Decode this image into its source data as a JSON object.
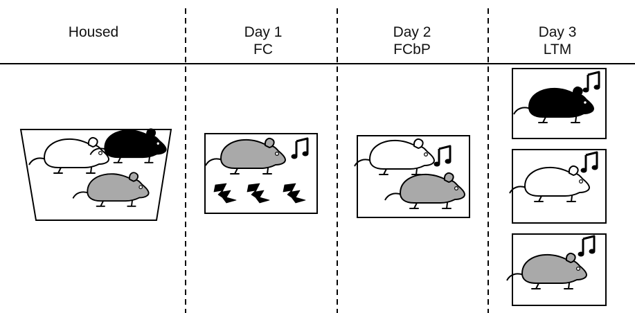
{
  "columns": [
    {
      "id": "housed",
      "title": "Housed",
      "subtitle": ""
    },
    {
      "id": "day1",
      "title": "Day 1",
      "subtitle": "FC"
    },
    {
      "id": "day2",
      "title": "Day 2",
      "subtitle": "FCbP"
    },
    {
      "id": "day3",
      "title": "Day 3",
      "subtitle": "LTM"
    }
  ],
  "colors": {
    "ink": "#000000",
    "white_mouse": "#ffffff",
    "gray_mouse": "#a9a9a9",
    "black_mouse": "#000000"
  },
  "panels": {
    "housed": {
      "mice": [
        "white",
        "black",
        "gray"
      ],
      "tone": false,
      "shock": false
    },
    "day1": {
      "mice": [
        "gray"
      ],
      "tone": true,
      "shock": true
    },
    "day2": {
      "mice": [
        "white",
        "gray"
      ],
      "tone": true,
      "shock": false
    },
    "day3": [
      {
        "mice": [
          "black"
        ],
        "tone": true
      },
      {
        "mice": [
          "white"
        ],
        "tone": true
      },
      {
        "mice": [
          "gray"
        ],
        "tone": true
      }
    ]
  },
  "icons": {
    "tone": "music-note-icon",
    "shock": "lightning-bolt-icon",
    "mouse": "mouse-icon"
  }
}
